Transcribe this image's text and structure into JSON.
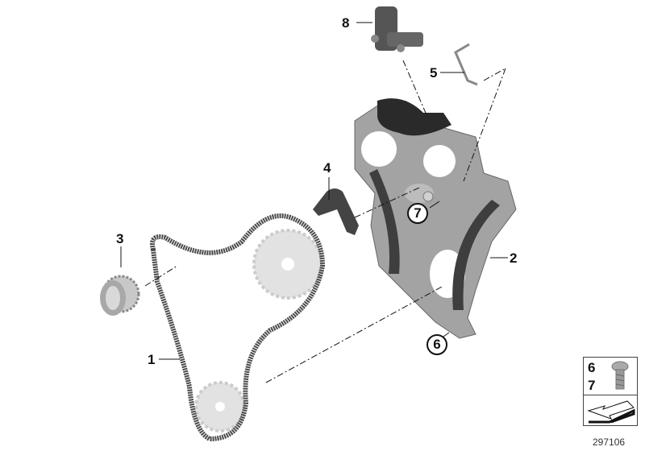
{
  "diagram": {
    "type": "exploded parts diagram",
    "subject": "Timing chain assembly",
    "callouts": [
      {
        "id": "1",
        "style": "plain",
        "part": "timing chain"
      },
      {
        "id": "2",
        "style": "plain",
        "part": "tensioner rail / guide rail"
      },
      {
        "id": "3",
        "style": "plain",
        "part": "crankshaft sprocket"
      },
      {
        "id": "4",
        "style": "plain",
        "part": "chain guide / slide"
      },
      {
        "id": "5",
        "style": "plain",
        "part": "oil tube / pin"
      },
      {
        "id": "6",
        "style": "circled",
        "part": "bolt"
      },
      {
        "id": "7",
        "style": "circled",
        "part": "bolt"
      },
      {
        "id": "8",
        "style": "plain",
        "part": "chain tensioner"
      }
    ]
  },
  "legend": {
    "numbers": [
      "6",
      "7"
    ],
    "icon": "bolt-icon",
    "arrow_icon": "direction-arrow-icon"
  },
  "document_id": "297106",
  "colors": {
    "background": "#ffffff",
    "chain": "#4a4a4a",
    "plate": "#9a9a9a",
    "sprocket": "#e2e2e2",
    "text": "#111111"
  }
}
